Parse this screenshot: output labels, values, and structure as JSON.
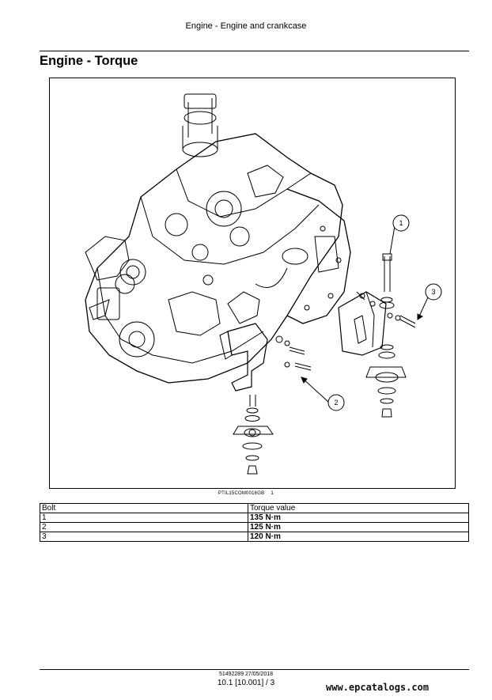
{
  "header": {
    "title": "Engine - Engine and crankcase"
  },
  "section": {
    "title": "Engine - Torque"
  },
  "figure": {
    "callouts": [
      "1",
      "2",
      "3"
    ],
    "code": "PTIL15COM0016GB",
    "number": "1"
  },
  "table": {
    "headers": [
      "Bolt",
      "Torque value"
    ],
    "rows": [
      {
        "bolt": "1",
        "value": "135 N·m"
      },
      {
        "bolt": "2",
        "value": "125 N·m"
      },
      {
        "bolt": "3",
        "value": "120 N·m"
      }
    ]
  },
  "footer": {
    "doc_ref": "51492289 27/05/2018",
    "page_ref": "10.1 [10.001] / 3"
  },
  "watermark": {
    "text": "www.epcatalogs.com"
  }
}
